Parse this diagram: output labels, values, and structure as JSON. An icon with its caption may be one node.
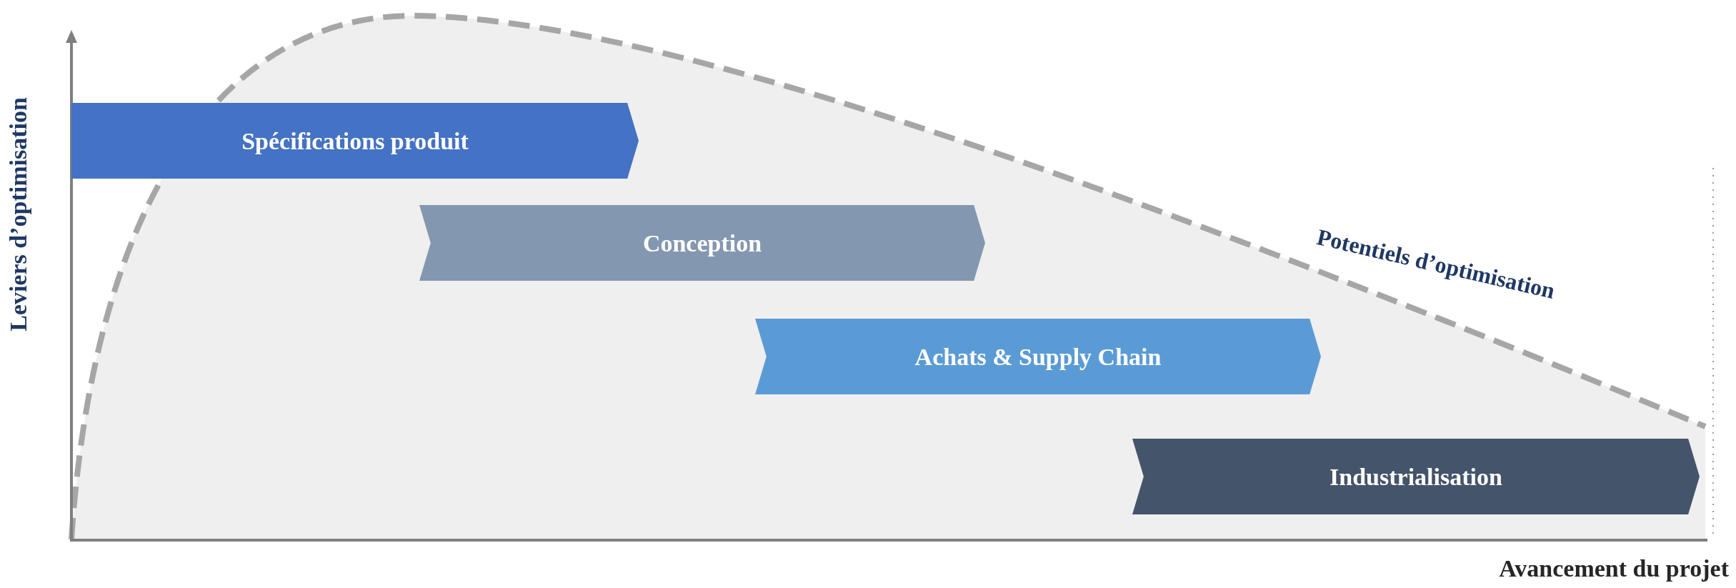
{
  "diagram": {
    "nodes": [
      {
        "text": [
          "Spécifications produit"
        ]
      },
      {
        "text": [
          "Conception"
        ]
      },
      {
        "text": [
          "Achats & Supply Chain"
        ]
      },
      {
        "text": [
          "Industrialisation"
        ]
      }
    ],
    "labels": [
      "Leviers d’optimisation",
      "Avancement du projet",
      "Potentiels d’optimisation"
    ]
  }
}
